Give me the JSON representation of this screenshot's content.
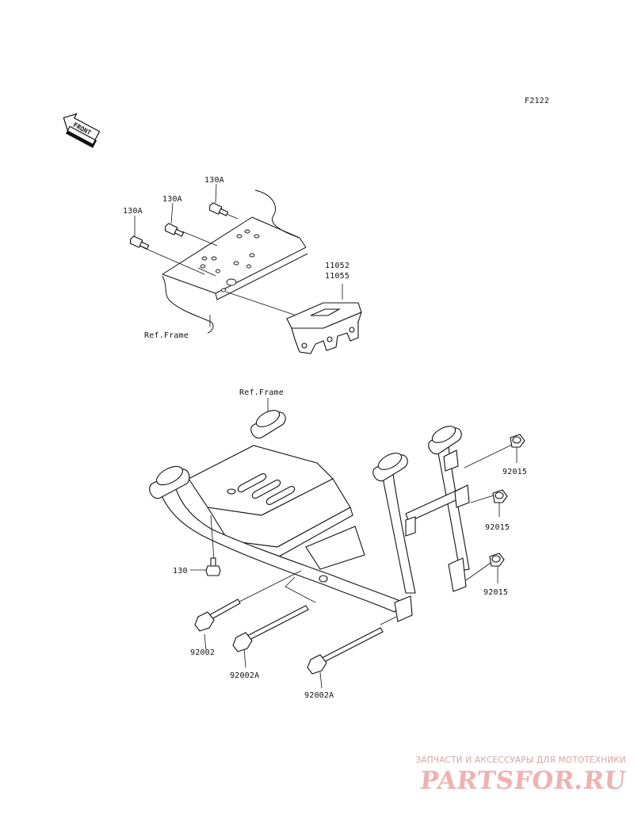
{
  "figure_code": "F2122",
  "front_label": "FRONT",
  "upper_assembly": {
    "labels": {
      "bolt_1": "130A",
      "bolt_2": "130A",
      "bolt_3": "130A",
      "bracket_numbers_1": "11052",
      "bracket_numbers_2": "11055",
      "ref_frame": "Ref.Frame"
    }
  },
  "lower_assembly": {
    "labels": {
      "ref_frame": "Ref.Frame",
      "nut_1": "92015",
      "nut_2": "92015",
      "nut_3": "92015",
      "bolt_130": "130",
      "long_bolt_1": "92002",
      "long_bolt_2": "92002A",
      "long_bolt_3": "92002A"
    }
  },
  "watermark": {
    "subtitle": "ЗАПЧАСТИ И АКСЕССУАРЫ ДЛЯ МОТОТЕХНИКИ",
    "brand": "PARTSFOR.RU"
  }
}
